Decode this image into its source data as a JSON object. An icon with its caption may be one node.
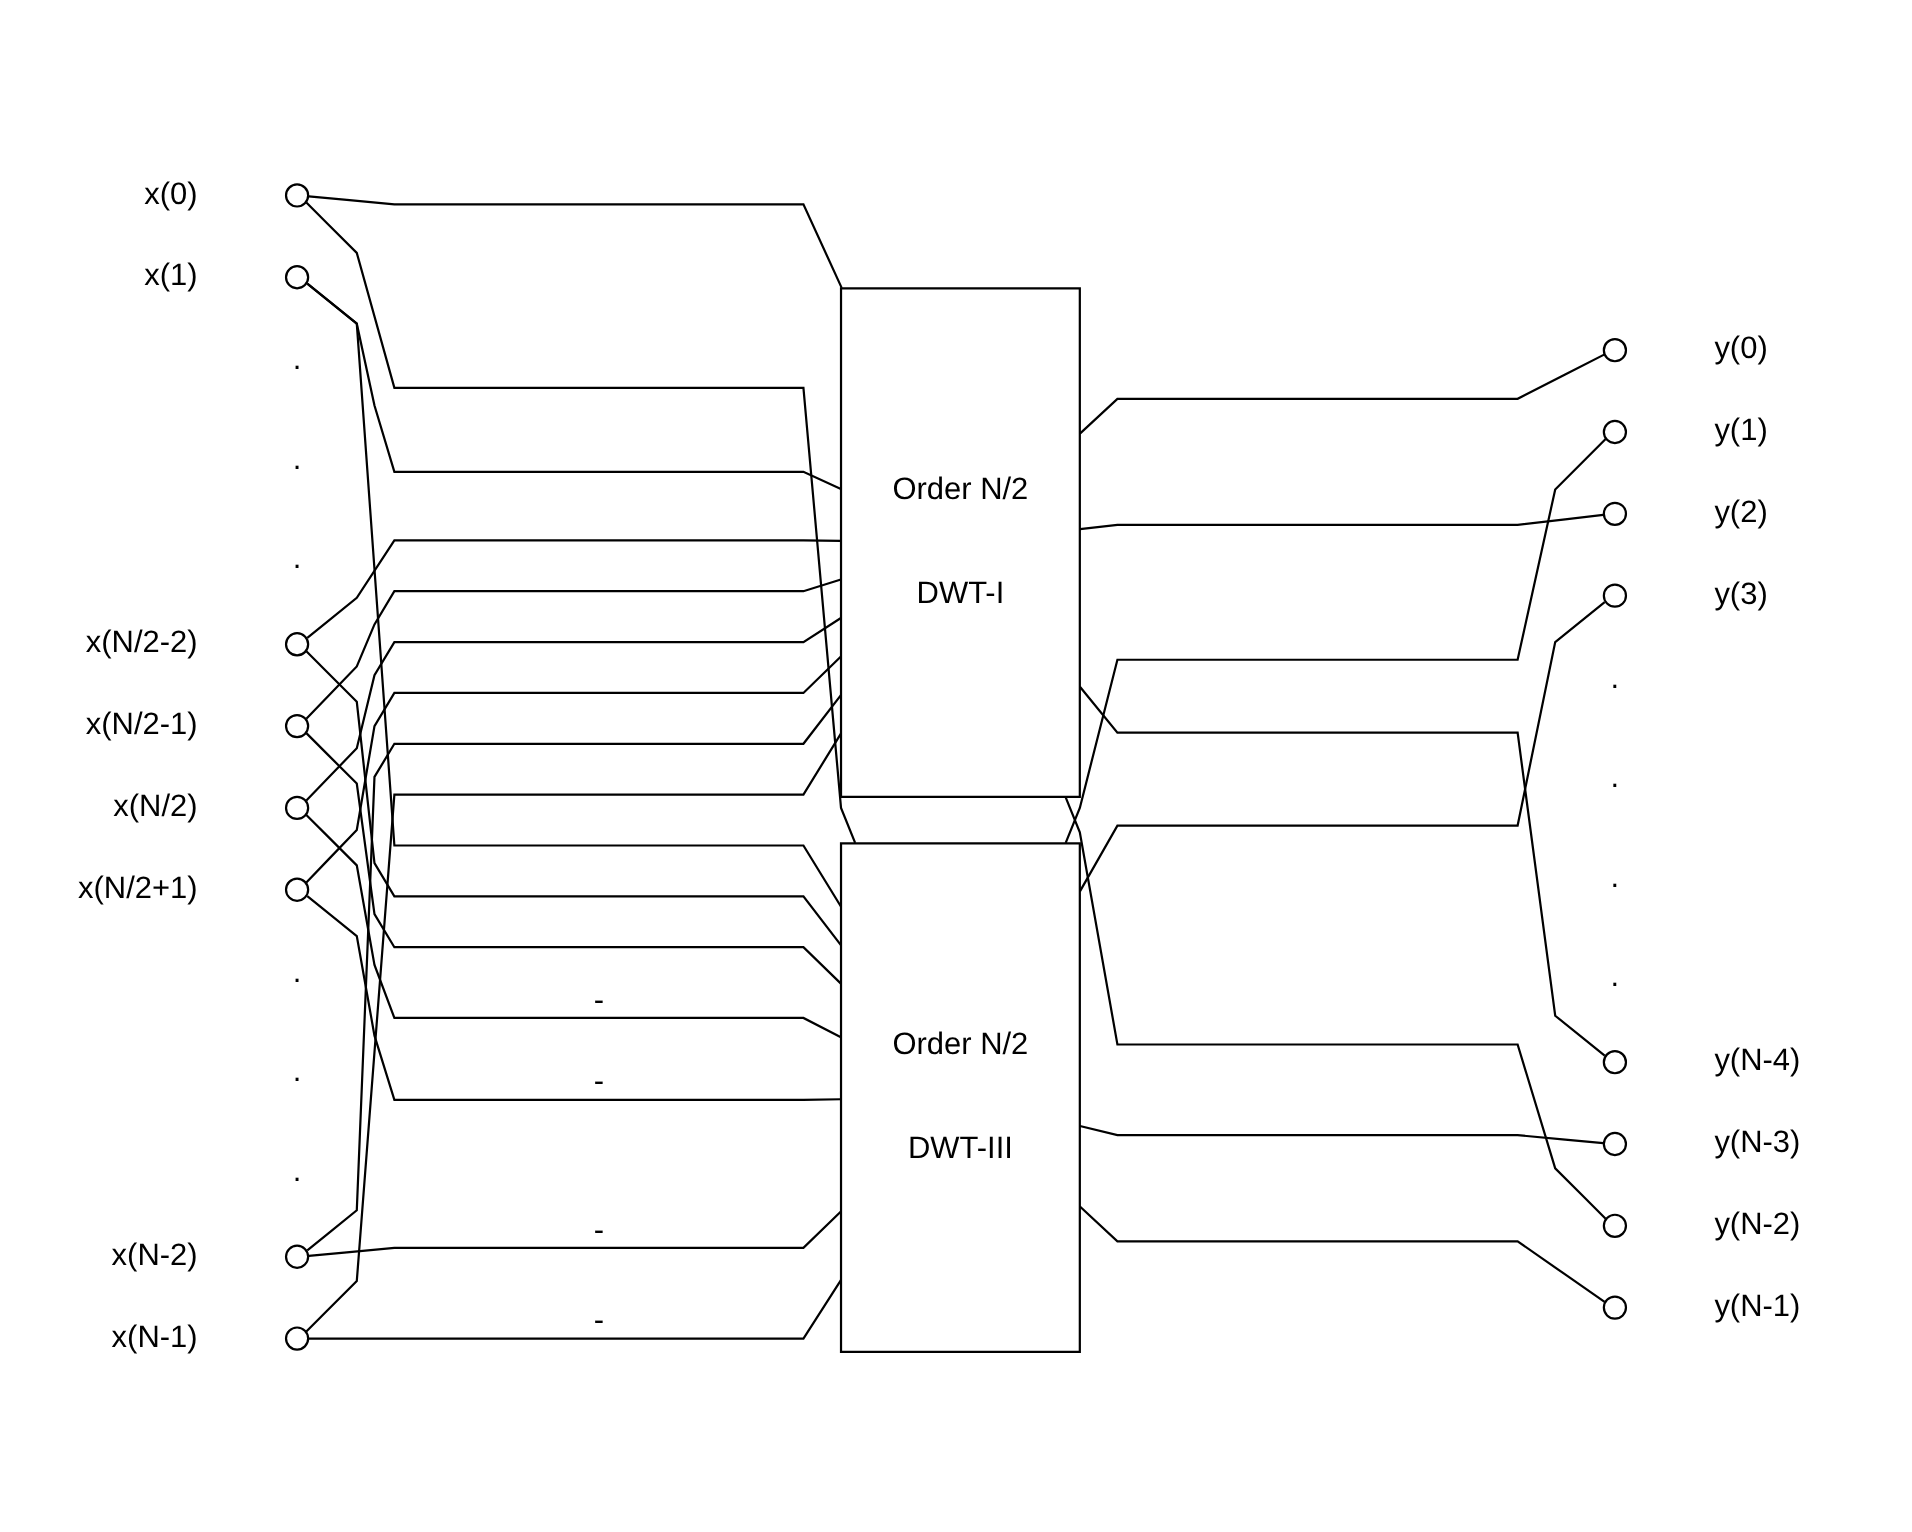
{
  "diagram": {
    "nodes": [
      {
        "text": [],
        "shape": "circle",
        "beside": [
          "x(0)"
        ]
      },
      {
        "text": [],
        "shape": "circle",
        "beside": [
          "x(1)"
        ]
      },
      {
        "text": [],
        "shape": "circle",
        "beside": [
          "x(N/2-2)"
        ]
      },
      {
        "text": [],
        "shape": "circle",
        "beside": [
          "x(N/2-1)"
        ]
      },
      {
        "text": [],
        "shape": "circle",
        "beside": [
          "x(N/2)"
        ]
      },
      {
        "text": [],
        "shape": "circle",
        "beside": [
          "x(N/2+1)"
        ]
      },
      {
        "text": [],
        "shape": "circle",
        "beside": [
          "x(N-2)"
        ]
      },
      {
        "text": [],
        "shape": "circle",
        "beside": [
          "x(N-1)"
        ]
      },
      {
        "text": [
          "Order N/2",
          "DWT-I"
        ]
      },
      {
        "text": [
          "Order N/2",
          "DWT-III"
        ]
      },
      {
        "text": [],
        "shape": "circle",
        "beside": [
          "y(0)"
        ]
      },
      {
        "text": [],
        "shape": "circle",
        "beside": [
          "y(1)"
        ]
      },
      {
        "text": [],
        "shape": "circle",
        "beside": [
          "y(2)"
        ]
      },
      {
        "text": [],
        "shape": "circle",
        "beside": [
          "y(3)"
        ]
      },
      {
        "text": [],
        "shape": "circle",
        "beside": [
          "y(N-4)"
        ]
      },
      {
        "text": [],
        "shape": "circle",
        "beside": [
          "y(N-3)"
        ]
      },
      {
        "text": [],
        "shape": "circle",
        "beside": [
          "y(N-2)"
        ]
      },
      {
        "text": [],
        "shape": "circle",
        "beside": [
          "y(N-1)"
        ]
      }
    ],
    "edges": [
      {
        "from": 0,
        "to": 8,
        "arrow": "none"
      },
      {
        "from": 0,
        "to": 9,
        "arrow": "none"
      },
      {
        "from": 1,
        "to": 8,
        "arrow": "none"
      },
      {
        "from": 1,
        "to": 9,
        "arrow": "none"
      },
      {
        "from": 2,
        "to": 8,
        "arrow": "none"
      },
      {
        "from": 2,
        "to": 9,
        "arrow": "none"
      },
      {
        "from": 3,
        "to": 8,
        "arrow": "none"
      },
      {
        "from": 3,
        "to": 9,
        "arrow": "none"
      },
      {
        "from": 4,
        "to": 9,
        "label": "-",
        "arrow": "none"
      },
      {
        "from": 4,
        "to": 8,
        "arrow": "none"
      },
      {
        "from": 5,
        "to": 9,
        "label": "-",
        "arrow": "none"
      },
      {
        "from": 5,
        "to": 8,
        "arrow": "none"
      },
      {
        "from": 6,
        "to": 9,
        "label": "-",
        "arrow": "none"
      },
      {
        "from": 6,
        "to": 8,
        "arrow": "none"
      },
      {
        "from": 7,
        "to": 9,
        "label": "-",
        "arrow": "none"
      },
      {
        "from": 7,
        "to": 8,
        "arrow": "none"
      },
      {
        "from": 8,
        "to": 10,
        "arrow": "none"
      },
      {
        "from": 9,
        "to": 11,
        "arrow": "none"
      },
      {
        "from": 8,
        "to": 12,
        "arrow": "none"
      },
      {
        "from": 9,
        "to": 13,
        "arrow": "none"
      },
      {
        "from": 8,
        "to": 14,
        "arrow": "none"
      },
      {
        "from": 9,
        "to": 15,
        "arrow": "none"
      },
      {
        "from": 8,
        "to": 16,
        "arrow": "none"
      },
      {
        "from": 9,
        "to": 17,
        "arrow": "none"
      }
    ],
    "labels": [
      ".",
      ".",
      ".",
      ".",
      ".",
      ".",
      ".",
      ".",
      ".",
      "."
    ]
  }
}
